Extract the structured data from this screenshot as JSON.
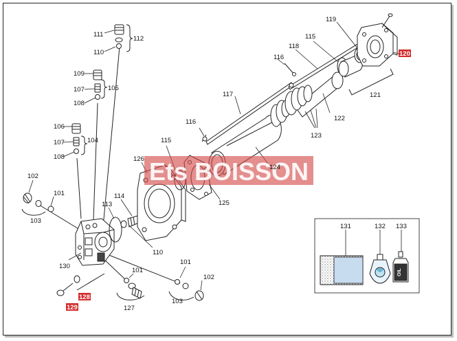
{
  "watermark": {
    "text": "Ets BOISSON",
    "bg_color": "#d44848"
  },
  "highlight_color": "#d42b2b",
  "callouts": {
    "c111": "111",
    "c112": "112",
    "c110a": "110",
    "c109": "109",
    "c107a": "107",
    "c108a": "108",
    "c105": "105",
    "c106": "106",
    "c107b": "107",
    "c108b": "108",
    "c104": "104",
    "c102a": "102",
    "c101a": "101",
    "c103a": "103",
    "c113": "113",
    "c114": "114",
    "c110b": "110",
    "c126": "126",
    "c115a": "115",
    "c116a": "116",
    "c125": "125",
    "c117": "117",
    "c124": "124",
    "c118": "118",
    "c115b": "115",
    "c116b": "116",
    "c119": "119",
    "c120a": "120",
    "c121": "121",
    "c122": "122",
    "c123": "123",
    "c130": "130",
    "c129": "129",
    "c128": "128",
    "c101b": "101",
    "c127": "127",
    "c101c": "101",
    "c102b": "102",
    "c103b": "103",
    "c131": "131",
    "c132": "132",
    "c133": "133"
  },
  "kit_bottle_text": "OIL"
}
